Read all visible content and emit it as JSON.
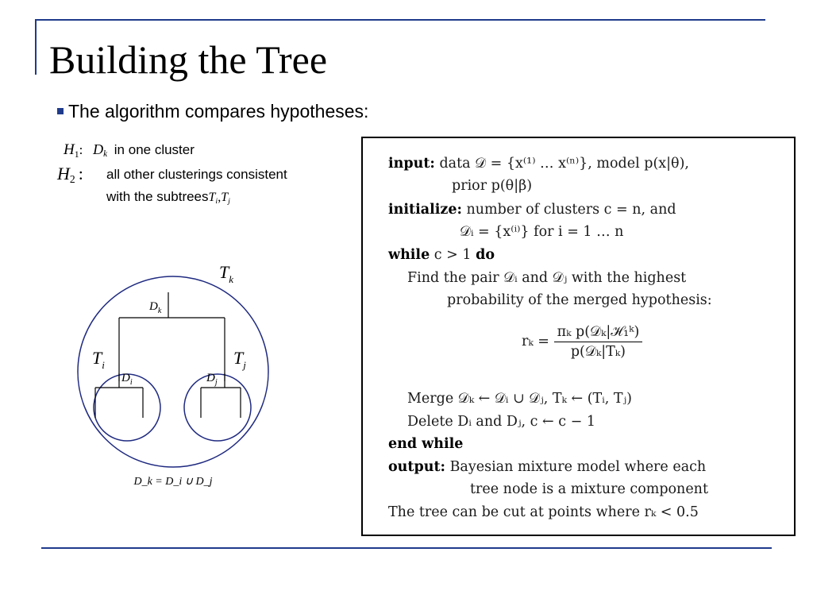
{
  "slide": {
    "title": "Building the Tree",
    "bullet": "The algorithm compares hypotheses:",
    "h1": {
      "symbol": "H",
      "subscript": "1",
      "colon": ":",
      "data_symbol": "D",
      "data_sub": "k",
      "text": "in one cluster"
    },
    "h2": {
      "symbol": "H",
      "subscript": "2",
      "colon": ":",
      "text_line1": "all other clusterings consistent",
      "text_line2": "with the subtrees",
      "ti": "T",
      "ti_sub": "i",
      "comma": ",",
      "tj": "T",
      "tj_sub": "j"
    },
    "diagram": {
      "tk_label": "T",
      "tk_sub": "k",
      "dk_label": "D",
      "dk_sub": "k",
      "ti_label": "T",
      "ti_sub": "i",
      "tj_label": "T",
      "tj_sub": "j",
      "di_label": "D",
      "di_sub": "i",
      "dj_label": "D",
      "dj_sub": "j",
      "formula": "D_k = D_i ∪ D_j"
    }
  },
  "algorithm": {
    "input_kw": "input:",
    "input_text": "data 𝒟 = {x⁽¹⁾ … x⁽ⁿ⁾}, model p(x|θ),",
    "input_text2": "prior p(θ|β)",
    "init_kw": "initialize:",
    "init_text": "number of clusters c = n, and",
    "init_text2": "𝒟ᵢ = {x⁽ⁱ⁾} for i = 1 … n",
    "while_kw": "while",
    "while_cond": "c > 1",
    "do_kw": "do",
    "find_text": "Find the pair 𝒟ᵢ and 𝒟ⱼ with the highest",
    "find_text2": "probability of the merged hypothesis:",
    "rk_lhs": "rₖ =",
    "rk_num": "πₖ p(𝒟ₖ|ℋ₁ᵏ)",
    "rk_den": "p(𝒟ₖ|Tₖ)",
    "merge_text": "Merge 𝒟ₖ ← 𝒟ᵢ ∪ 𝒟ⱼ,    Tₖ ← (Tᵢ, Tⱼ)",
    "delete_text": "Delete Dᵢ and Dⱼ, c ← c − 1",
    "endwhile_kw": "end while",
    "output_kw": "output:",
    "output_text": "Bayesian mixture model where each",
    "output_text2": "tree node is a mixture component",
    "cut_text": "The tree can be cut at points where rₖ < 0.5"
  },
  "colors": {
    "accent": "#1f3b8c",
    "text": "#000000",
    "circle": "#1f2a80"
  }
}
